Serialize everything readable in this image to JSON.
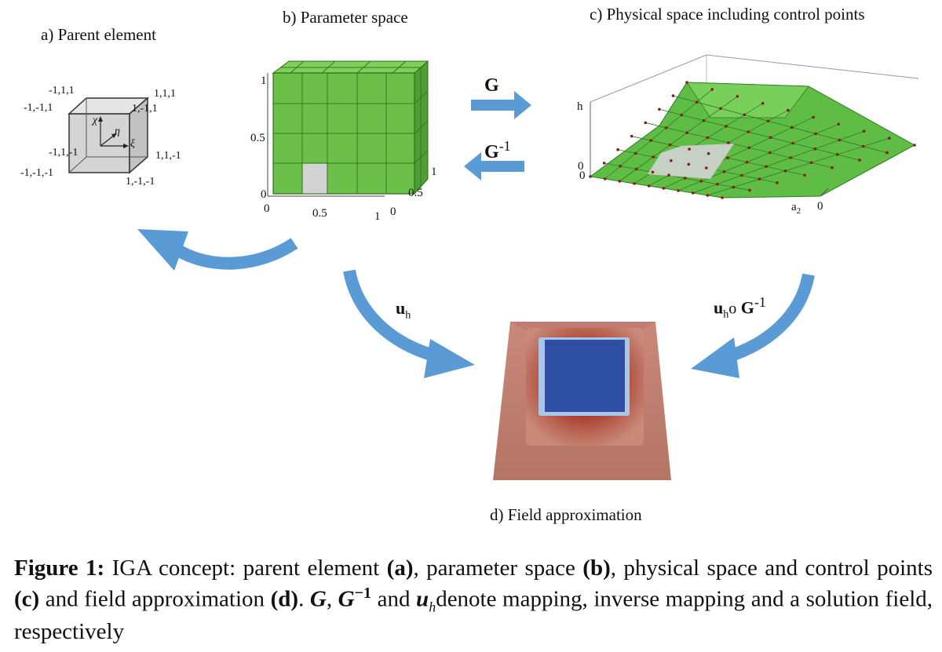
{
  "panels": {
    "a_title": "a) Parent element",
    "b_title": "b) Parameter space",
    "c_title": "c) Physical space including control points",
    "d_title": "d) Field approximation"
  },
  "parent_element": {
    "corners": {
      "tl_back": "-1,1,1",
      "tl_front": "-1,-1,1",
      "tr_back": "1,1,1",
      "tr_front": "1,-1,1",
      "bl_back": "-1,1,-1",
      "bl_front": "-1,-1,-1",
      "br_back": "1,1,-1",
      "br_front": "1,-1,-1"
    },
    "axes": {
      "chi": "χ",
      "eta": "η",
      "xi": "ξ"
    }
  },
  "parameter_space": {
    "ticks_left": [
      "1",
      "0.5",
      "0"
    ],
    "ticks_bottom": [
      "0",
      "0.5",
      "1"
    ],
    "ticks_depth": [
      "1",
      "0.5",
      "0"
    ]
  },
  "physical_space": {
    "h_label": "h",
    "zero_a": "0",
    "zero_b": "0",
    "a2_label": "a",
    "a2_sub": "2",
    "a2_zero": "0"
  },
  "mappings": {
    "G": "G",
    "Ginv_base": "G",
    "Ginv_sup": "-1",
    "uh_base": "u",
    "uh_sub": "h",
    "comp_u": "u",
    "comp_h": "h",
    "comp_o": "o",
    "comp_G": "G",
    "comp_sup": "-1"
  },
  "caption": {
    "fig": "Figure 1:",
    "t1": " IGA concept: parent element ",
    "a": "(a)",
    "t2": ", parameter space ",
    "b": "(b)",
    "t3": ", physical space and control points ",
    "c": "(c)",
    "t4": " and field approximation ",
    "d": "(d)",
    "t5": ". ",
    "G": "G",
    "t6": ", ",
    "G2": "G",
    "sup": "−1",
    "t7": " and ",
    "u": "u",
    "sub": "h",
    "t8": "denote mapping, inverse mapping and a solution field, respectively"
  },
  "colors": {
    "green": "#6cc04a",
    "green_dark": "#3f8a2a",
    "arrow_blue": "#5b9bd5",
    "field_blue": "#2e4fa3",
    "field_red": "#a8342a",
    "face_grey": "#d3d3d3"
  }
}
